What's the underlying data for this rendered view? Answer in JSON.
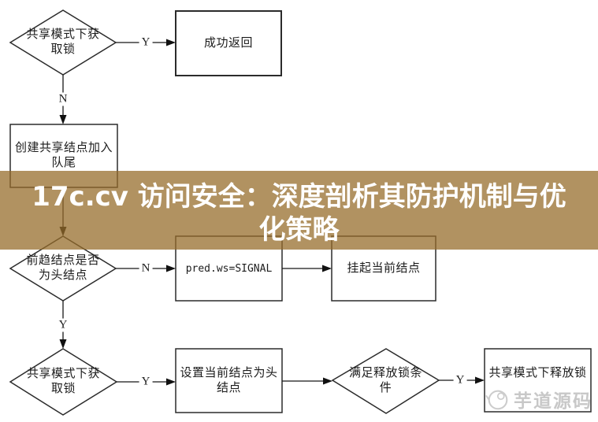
{
  "banner": {
    "full_title": "17c.cv 访问安全：深度剖析其防护机制与优化策略",
    "line1": "17c.cv 访问安全：深度剖析其防护机制与优",
    "line2": "化策略",
    "background_color": "#B18E58",
    "text_color": "#FFFFFF"
  },
  "flowchart": {
    "line_color": "#1a1a1a",
    "node_fill": "#ffffff",
    "labels": {
      "yes": "Y",
      "no": "N"
    },
    "nodes": {
      "acquire_lock_top": {
        "type": "decision",
        "label": "共享模式下获取锁"
      },
      "success_return": {
        "type": "process",
        "label": "成功返回"
      },
      "create_shared_node": {
        "type": "process",
        "label": "创建共享结点加入队尾"
      },
      "pred_is_head": {
        "type": "decision",
        "label": "前趋结点是否为头结点"
      },
      "pred_ws_signal": {
        "type": "process",
        "label": "pred.ws=SIGNAL"
      },
      "suspend_current": {
        "type": "process",
        "label": "挂起当前结点"
      },
      "acquire_lock_bottom": {
        "type": "decision",
        "label": "共享模式下获取锁"
      },
      "set_head_node": {
        "type": "process",
        "label": "设置当前结点为头结点"
      },
      "release_condition": {
        "type": "decision",
        "label": "满足释放锁条件"
      },
      "release_lock": {
        "type": "process",
        "label": "共享模式下释放锁"
      }
    }
  },
  "watermark": {
    "text": "芋道源码",
    "color": "#C8C8C8",
    "icon": "yudao-fish-logo-icon"
  }
}
